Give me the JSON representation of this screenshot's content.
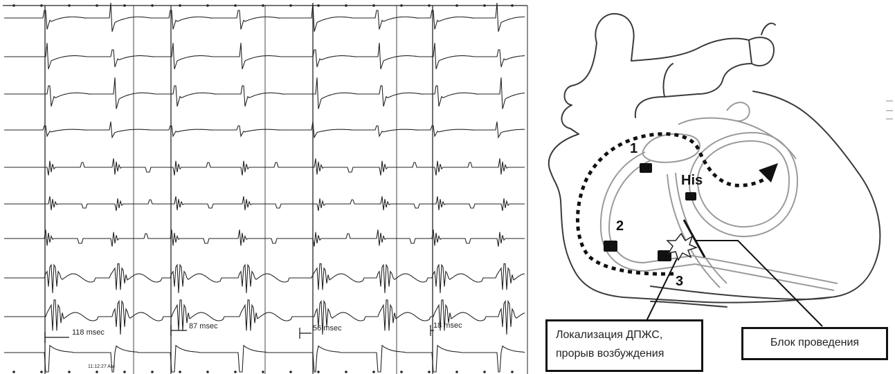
{
  "ecg_panel": {
    "intervals": [
      "118 msec",
      "87 msec",
      "56 msec",
      "18 msec"
    ],
    "timestamp": "11:12:27 AM"
  },
  "heart_diagram": {
    "points": [
      "1",
      "2",
      "3"
    ],
    "his_label": "His"
  },
  "callouts": {
    "localization_line1": "Локализация ДПЖС,",
    "localization_line2": "прорыв возбуждения",
    "conduction_block": "Блок проведения"
  }
}
